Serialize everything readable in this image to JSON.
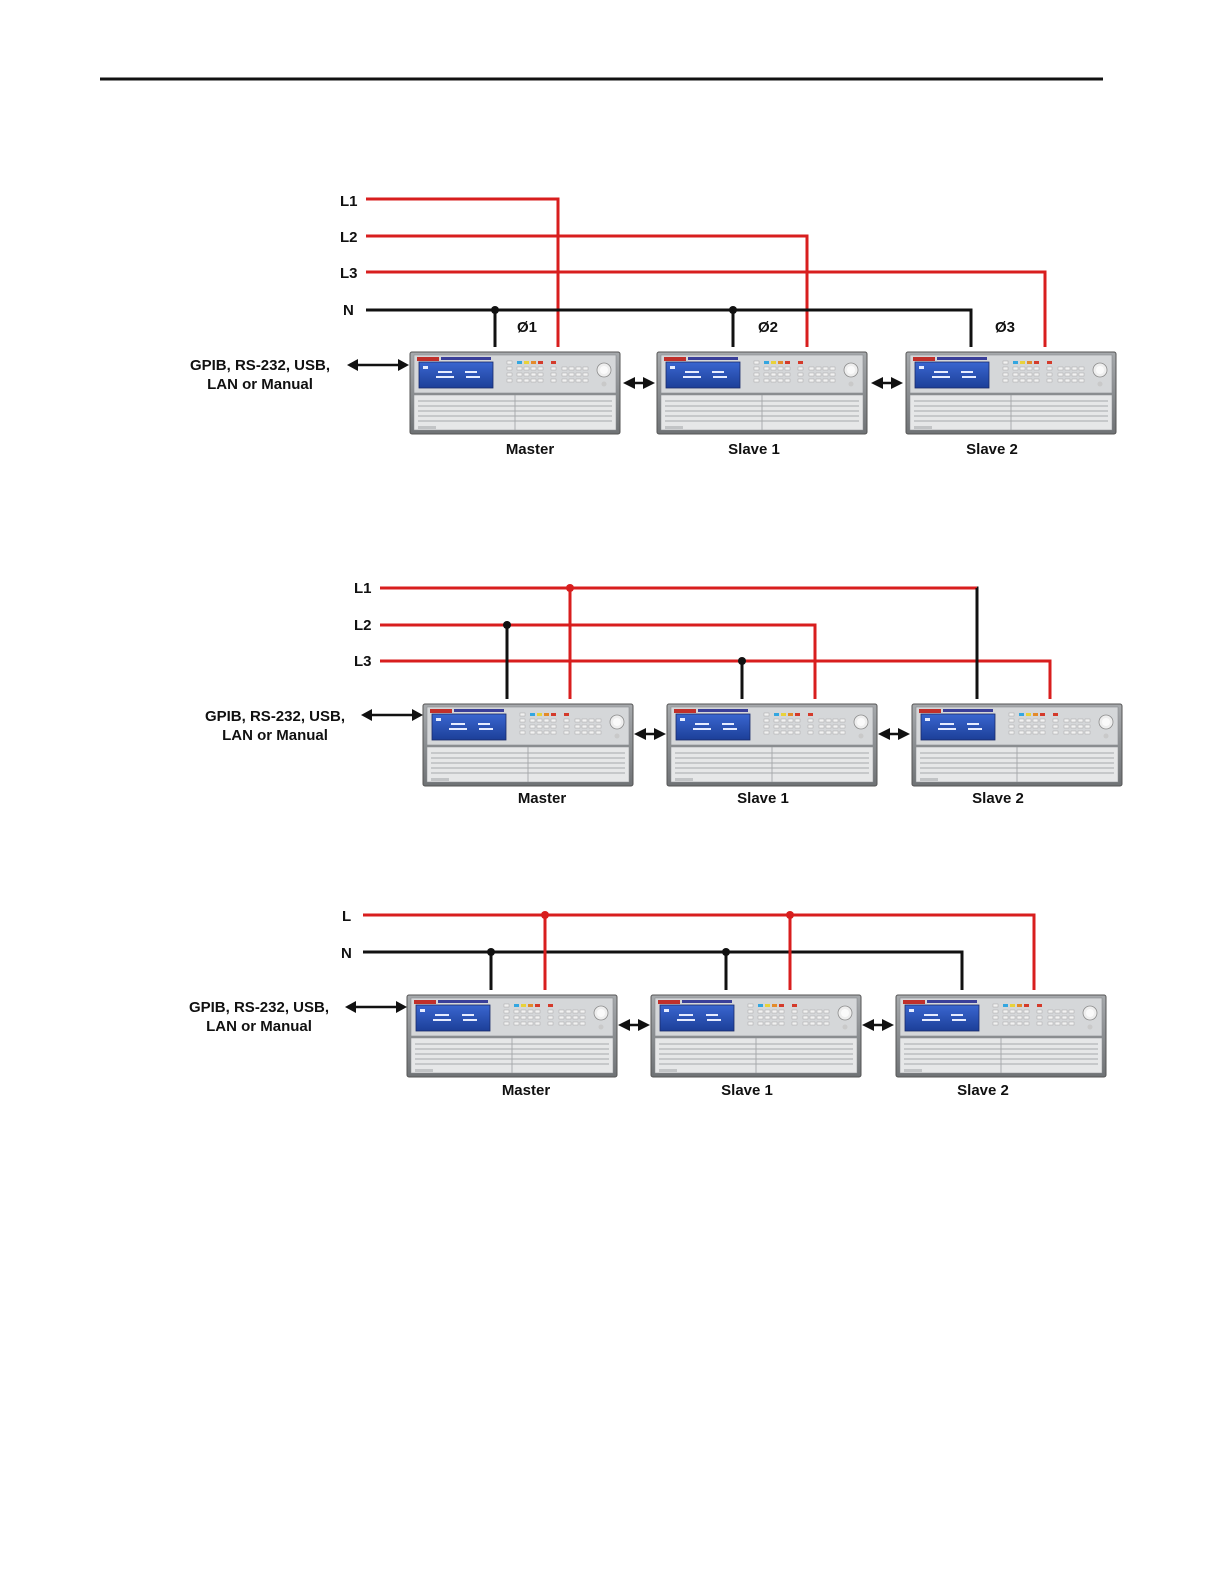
{
  "colors": {
    "phase_line": "#d81e1e",
    "neutral_line": "#111111",
    "panel_body": "#8f9294",
    "panel_face": "#d5d7d9",
    "lcd": "#2a4fb0"
  },
  "icons": [
    "double-arrow-icon",
    "electronic-load-unit-icon",
    "junction-dot-icon"
  ],
  "diagrams": [
    {
      "lines": [
        {
          "label": "L1",
          "kind": "phase"
        },
        {
          "label": "L2",
          "kind": "phase"
        },
        {
          "label": "L3",
          "kind": "phase"
        },
        {
          "label": "N",
          "kind": "neutral"
        }
      ],
      "phase_labels": [
        "Ø1",
        "Ø2",
        "Ø3"
      ],
      "control_label": [
        "GPIB, RS-232, USB,",
        "LAN or Manual"
      ],
      "units": [
        "Master",
        "Slave 1",
        "Slave 2"
      ]
    },
    {
      "lines": [
        {
          "label": "L1",
          "kind": "phase"
        },
        {
          "label": "L2",
          "kind": "phase"
        },
        {
          "label": "L3",
          "kind": "phase"
        }
      ],
      "phase_labels": [],
      "control_label": [
        "GPIB, RS-232, USB,",
        "LAN or Manual"
      ],
      "units": [
        "Master",
        "Slave 1",
        "Slave 2"
      ]
    },
    {
      "lines": [
        {
          "label": "L",
          "kind": "phase"
        },
        {
          "label": "N",
          "kind": "neutral"
        }
      ],
      "phase_labels": [],
      "control_label": [
        "GPIB, RS-232, USB,",
        "LAN or Manual"
      ],
      "units": [
        "Master",
        "Slave 1",
        "Slave 2"
      ]
    }
  ]
}
